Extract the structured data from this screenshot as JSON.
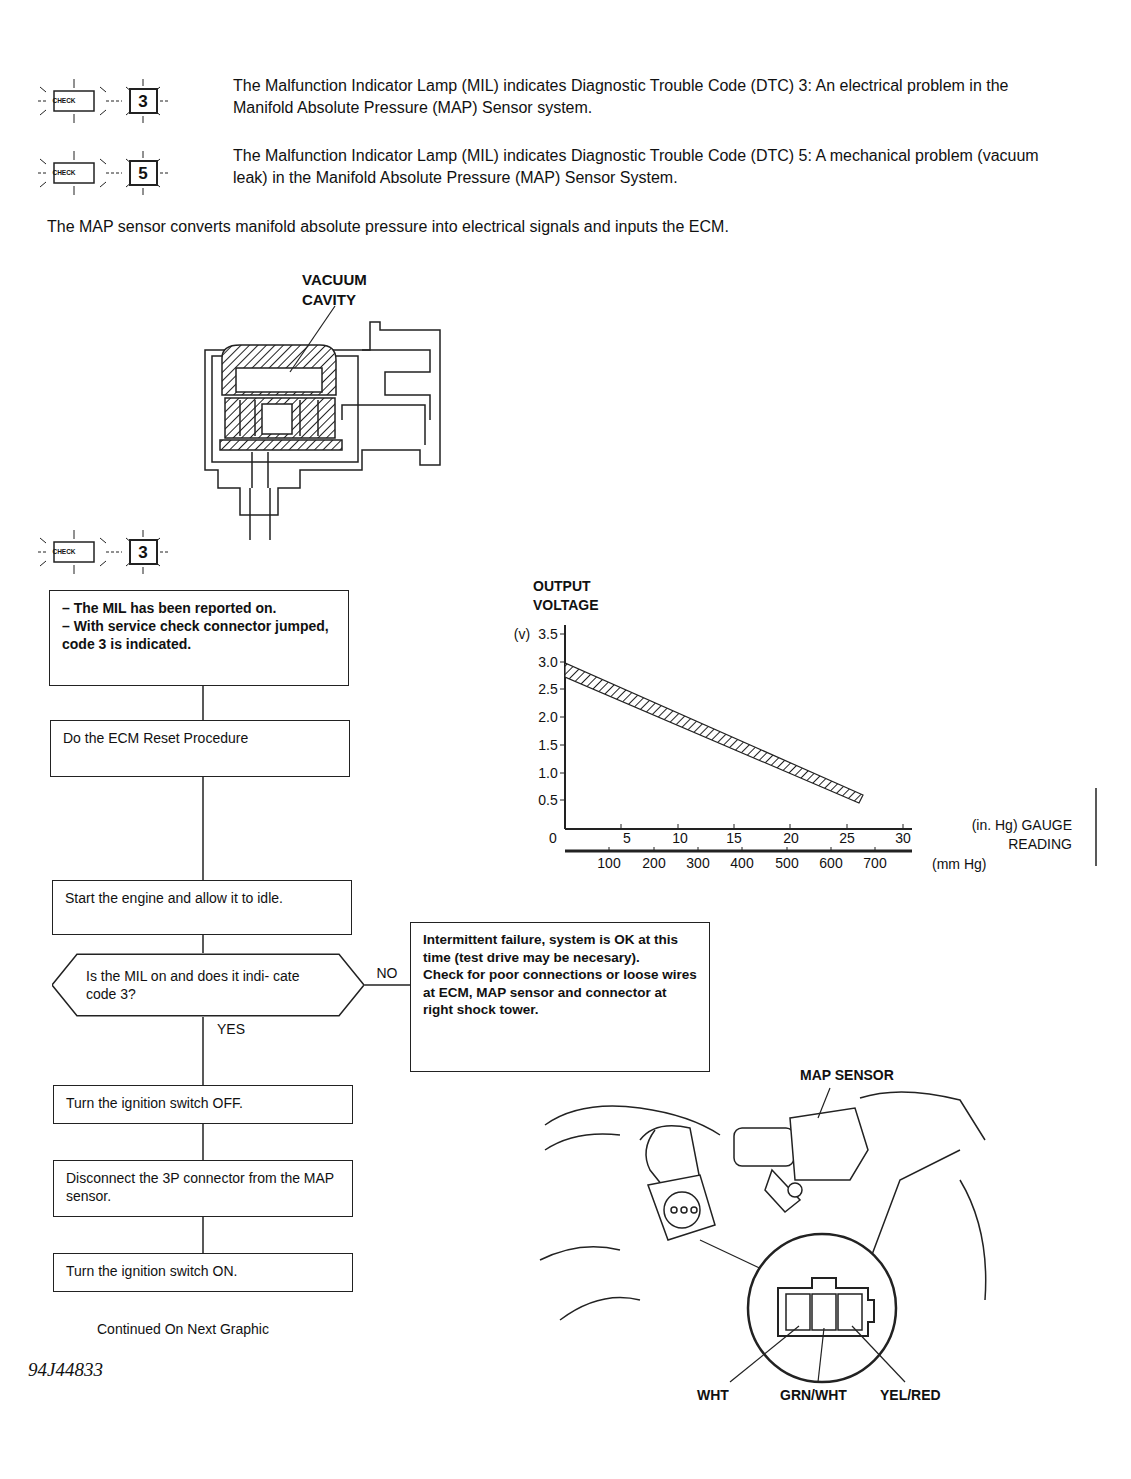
{
  "diagram": {
    "nodes": [
      {
        "text": [
          "– The MIL has been reported on. – With service check connector jumped, code 3 is indicated."
        ]
      },
      {
        "text": [
          "Do the ECM Reset Procedure"
        ]
      },
      {
        "text": [
          "Start the engine and allow it to idle."
        ]
      },
      {
        "text": [
          "Is the MIL on and does it indi- cate code 3?"
        ]
      },
      {
        "text": [
          "Intermittent failure, system is OK at this time (test drive may be necesary).",
          "Check for poor connections or loose wires at ECM, MAP sensor and connector at right shock tower."
        ]
      },
      {
        "text": [
          "Turn the ignition switch OFF."
        ]
      },
      {
        "text": [
          "Disconnect the 3P connector from the MAP sensor."
        ]
      },
      {
        "text": [
          "Turn the ignition switch ON."
        ]
      }
    ],
    "edges": [
      {
        "from": 0,
        "to": 1,
        "arrow": "none"
      },
      {
        "from": 1,
        "to": 2,
        "arrow": "none"
      },
      {
        "from": 2,
        "to": 3,
        "arrow": "none"
      },
      {
        "from": 3,
        "to": 4,
        "label": "NO",
        "arrow": "none"
      },
      {
        "from": 3,
        "to": 5,
        "label": "YES",
        "arrow": "none"
      },
      {
        "from": 5,
        "to": 6,
        "arrow": "none"
      },
      {
        "from": 6,
        "to": 7,
        "arrow": "none"
      }
    ],
    "labels": [
      "CHECK",
      "3",
      "The Malfunction Indicator Lamp (MIL) indicates Diagnostic Trouble Code (DTC) 3: An electrical problem in the Manifold Absolute Pressure (MAP) Sensor system.",
      "CHECK",
      "5",
      "The Malfunction Indicator Lamp (MIL) indicates Diagnostic Trouble Code (DTC) 5: A mechanical problem (vacuum leak) in the Manifold Absolute Pressure (MAP) Sensor System.",
      "The MAP sensor converts manifold absolute pressure into electrical signals and inputs the ECM.",
      "VACUUM CAVITY",
      "CHECK",
      "3",
      "OUTPUT VOLTAGE",
      "(v)",
      "3.5",
      "3.0",
      "2.5",
      "2.0",
      "1.5",
      "1.0",
      "0.5",
      "0",
      "5",
      "10",
      "15",
      "20",
      "25",
      "30",
      "(in. Hg) GAUGE READING",
      "100",
      "200",
      "300",
      "400",
      "500",
      "600",
      "700",
      "(mm Hg)",
      "MAP SENSOR",
      "WHT",
      "GRN/WHT",
      "YEL/RED",
      "Continued On Next Graphic",
      "94J44833"
    ]
  }
}
